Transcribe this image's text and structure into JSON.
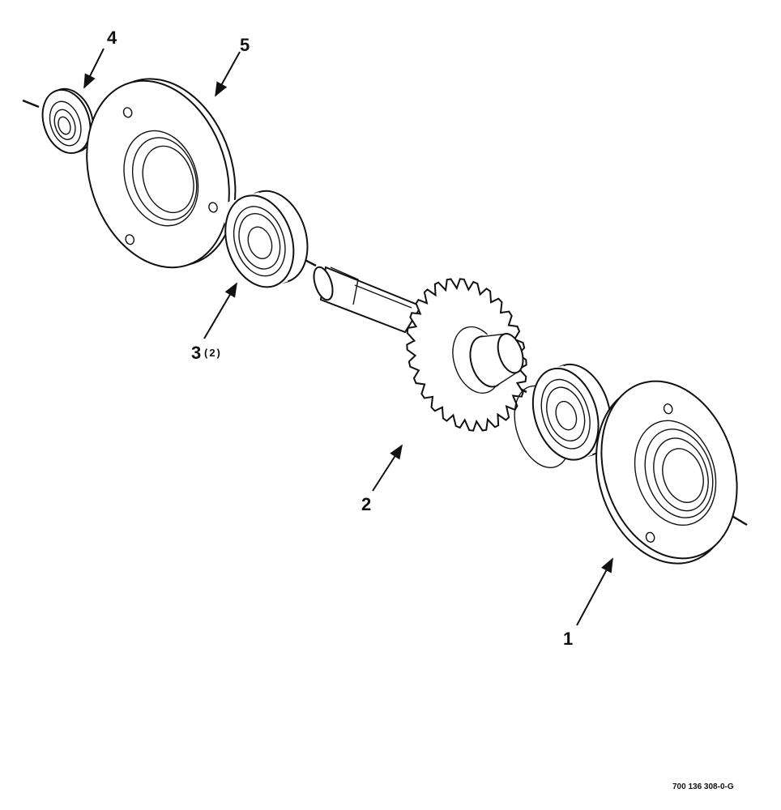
{
  "callouts": {
    "item1": "1",
    "item2": "2",
    "item3": "3",
    "item3_qty": "(2)",
    "item4": "4",
    "item5": "5"
  },
  "figure_id": "700 136 308-0-G",
  "colors": {
    "ink": "#111111",
    "paper": "#ffffff"
  }
}
